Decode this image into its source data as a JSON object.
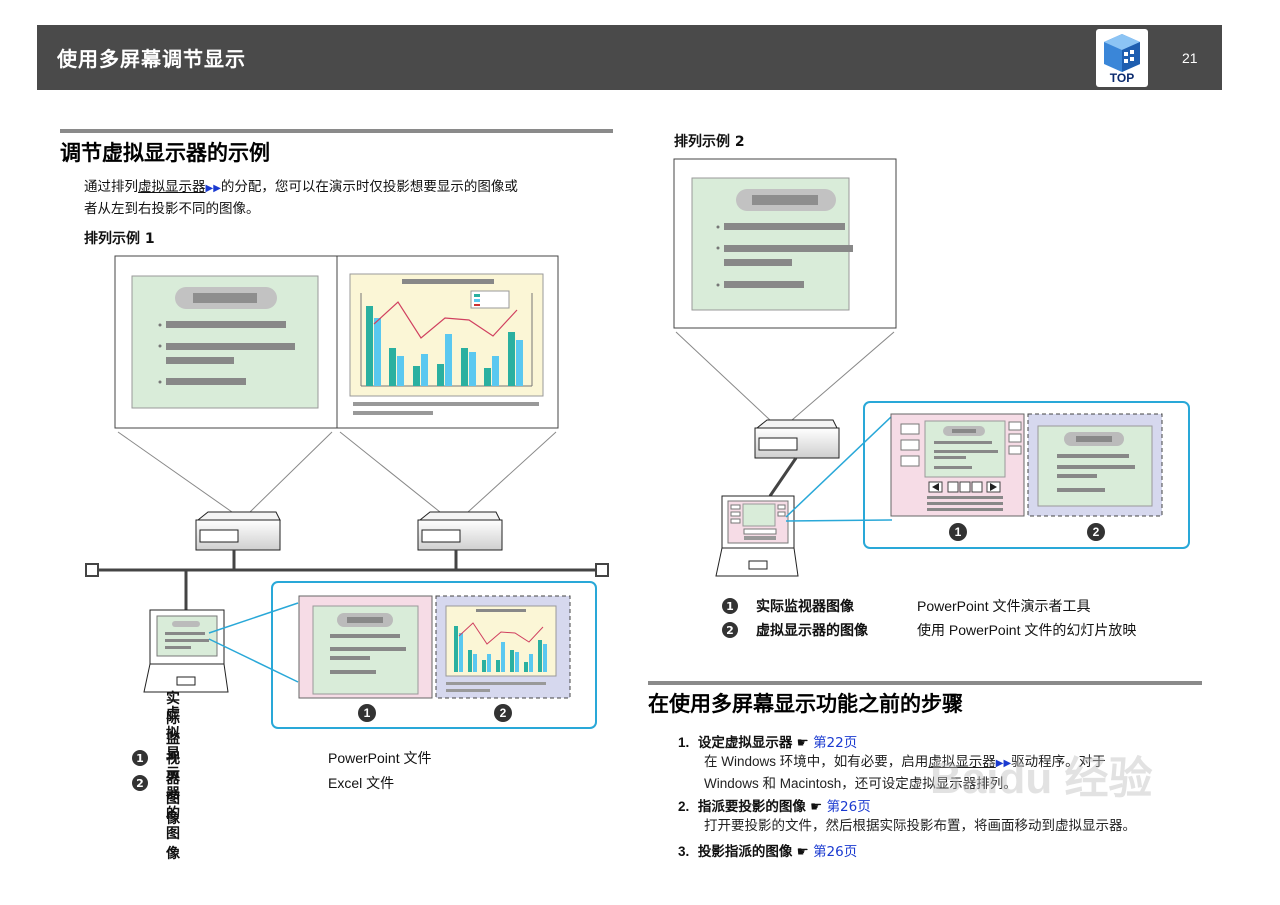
{
  "header": {
    "title": "使用多屏幕调节显示",
    "page_number": "21",
    "top_label": "TOP"
  },
  "left": {
    "heading": "调节虚拟显示器的示例",
    "intro_prefix": "通过排列",
    "intro_link": "虚拟显示器",
    "intro_rest": "的分配，您可以在演示时仅投影想要显示的图像或",
    "intro_line2": "者从左到右投影不同的图像。",
    "example_title": "排列示例 1",
    "legend": [
      {
        "num": "1",
        "term": "实际监视器图像",
        "desc": "PowerPoint 文件"
      },
      {
        "num": "2",
        "term": "虚拟显示器的图像",
        "desc": "Excel 文件"
      }
    ],
    "marker1": "1",
    "marker2": "2"
  },
  "right": {
    "example_title": "排列示例 2",
    "legend": [
      {
        "num": "1",
        "term": "实际监视器图像",
        "desc": "PowerPoint 文件演示者工具"
      },
      {
        "num": "2",
        "term": "虚拟显示器的图像",
        "desc": "使用 PowerPoint 文件的幻灯片放映"
      }
    ],
    "marker1": "1",
    "marker2": "2",
    "heading": "在使用多屏幕显示功能之前的步骤",
    "steps": [
      {
        "num": "1.",
        "title": "设定虚拟显示器",
        "link": "第22页",
        "body_prefix": "在 Windows 环境中，如有必要，启用",
        "body_link": "虚拟显示器",
        "body_rest": "驱动程序。对于",
        "body_line2": "Windows 和 Macintosh，还可设定虚拟显示器排列。"
      },
      {
        "num": "2.",
        "title": "指派要投影的图像",
        "link": "第26页",
        "body_line1": "打开要投影的文件，然后根据实际投影布置，将画面移动到虚拟显示器。"
      },
      {
        "num": "3.",
        "title": "投影指派的图像",
        "link": "第26页"
      }
    ]
  },
  "colors": {
    "header_bg": "#4a4a4a",
    "link": "#1a3ad0",
    "frame": "#29a8d8",
    "slide_green": "#d9ecd9",
    "pink": "#f6dce6",
    "lavender": "#d6d8ee",
    "chart_bg": "#fbf6d6"
  },
  "watermark": "Baidu 经验"
}
